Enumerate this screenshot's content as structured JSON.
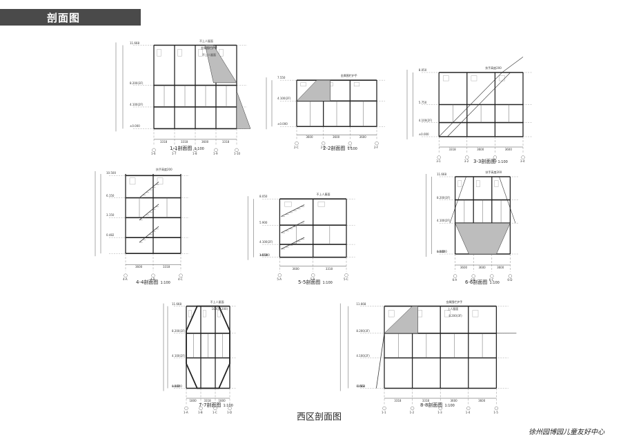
{
  "header": {
    "title": "剖面图"
  },
  "sections": [
    {
      "caption": "1-1剖面图",
      "scale": "1:100",
      "levels": [
        "11.668",
        "8.200(3F)",
        "4.100(2F)",
        "±0.000"
      ],
      "axes": [
        "1-6",
        "1-7",
        "1-8",
        "1-9",
        "1-10"
      ],
      "dims": [
        "3318",
        "3318",
        "3600",
        "3318"
      ],
      "notes": [
        "不上人屋面",
        "金属围栏护手",
        "不上人屋面"
      ]
    },
    {
      "caption": "2-2剖面图",
      "scale": "1:100",
      "levels": [
        "7.550",
        "4.100(2F)",
        "±0.000"
      ],
      "axes": [
        "2-C",
        "2-D",
        "2-E",
        "2-F"
      ],
      "dims": [
        "3600",
        "3600",
        "3600"
      ],
      "notes": [
        "金属围栏护手"
      ]
    },
    {
      "caption": "3-3剖面图",
      "scale": "1:100",
      "levels": [
        "8.050",
        "5.750",
        "4.100(2F)",
        "±0.000"
      ],
      "axes": [
        "3-1",
        "3-2",
        "3-3",
        "3-4"
      ],
      "dims": [
        "3318",
        "3600",
        "3600"
      ],
      "notes": [
        "扶手高度200"
      ]
    },
    {
      "caption": "4-4剖面图",
      "scale": "1:100",
      "levels": [
        "10.500",
        "6.150",
        "3.150",
        "0.482"
      ],
      "axes": [
        "4-A",
        "4-B",
        "4-C"
      ],
      "dims": [
        "3600",
        "3318"
      ],
      "notes": [
        "扶手高度200"
      ]
    },
    {
      "caption": "5-5剖面图",
      "scale": "1:100",
      "levels": [
        "8.050",
        "5.900",
        "4.100(2F)",
        "1.650",
        "±0.000"
      ],
      "axes": [
        "5-A",
        "5-B",
        "5-C"
      ],
      "dims": [
        "3600",
        "3318"
      ],
      "notes": [
        "不上人屋面"
      ]
    },
    {
      "caption": "6-6剖面图",
      "scale": "1:100",
      "levels": [
        "11.668",
        "8.200(3F)",
        "4.100(2F)",
        "0.482",
        "±0.000"
      ],
      "axes": [
        "6-A",
        "6-B",
        "6-C",
        "6-D"
      ],
      "dims": [
        "3600",
        "3600",
        "3600"
      ],
      "notes": [
        "扶手高度200"
      ]
    },
    {
      "caption": "7-7剖面图",
      "scale": "1:100",
      "levels": [
        "11.668",
        "8.200(3F)",
        "4.100(2F)",
        "0.482",
        "±0.000"
      ],
      "axes": [
        "1-A",
        "1-B",
        "1-C",
        "1-D"
      ],
      "dims": [
        "1800",
        "3318",
        "1800"
      ],
      "notes": [
        "不上人屋面",
        "1000(1200)"
      ]
    },
    {
      "caption": "8-8剖面图",
      "scale": "1:100",
      "levels": [
        "11.668",
        "8.200(3F)",
        "4.100(2F)",
        "0.482",
        "-0.568"
      ],
      "axes": [
        "1-1",
        "1-2",
        "1-3",
        "1-4",
        "1-5"
      ],
      "dims": [
        "3318",
        "3318",
        "3600",
        "3600"
      ],
      "notes": [
        "金属围栏护手",
        "上人屋面",
        "8.200(3F)"
      ]
    }
  ],
  "main_caption": "西区剖面图",
  "footer": "徐州园博园儿童友好中心"
}
